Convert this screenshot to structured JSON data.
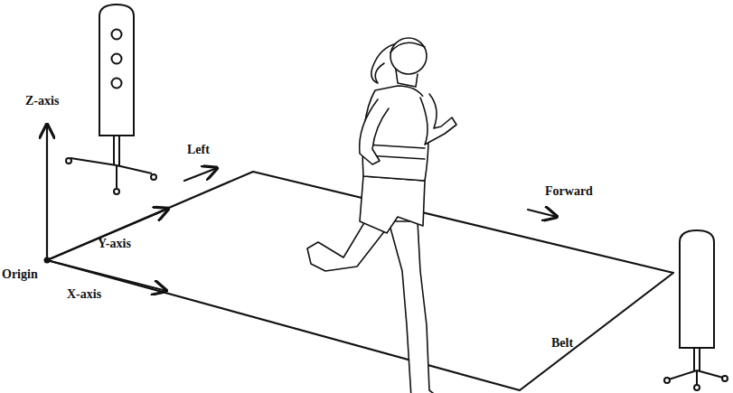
{
  "diagram": {
    "labels": [
      "Z-axis",
      "Left",
      "Forward",
      "Y-axis",
      "Origin",
      "X-axis",
      "Belt"
    ]
  }
}
